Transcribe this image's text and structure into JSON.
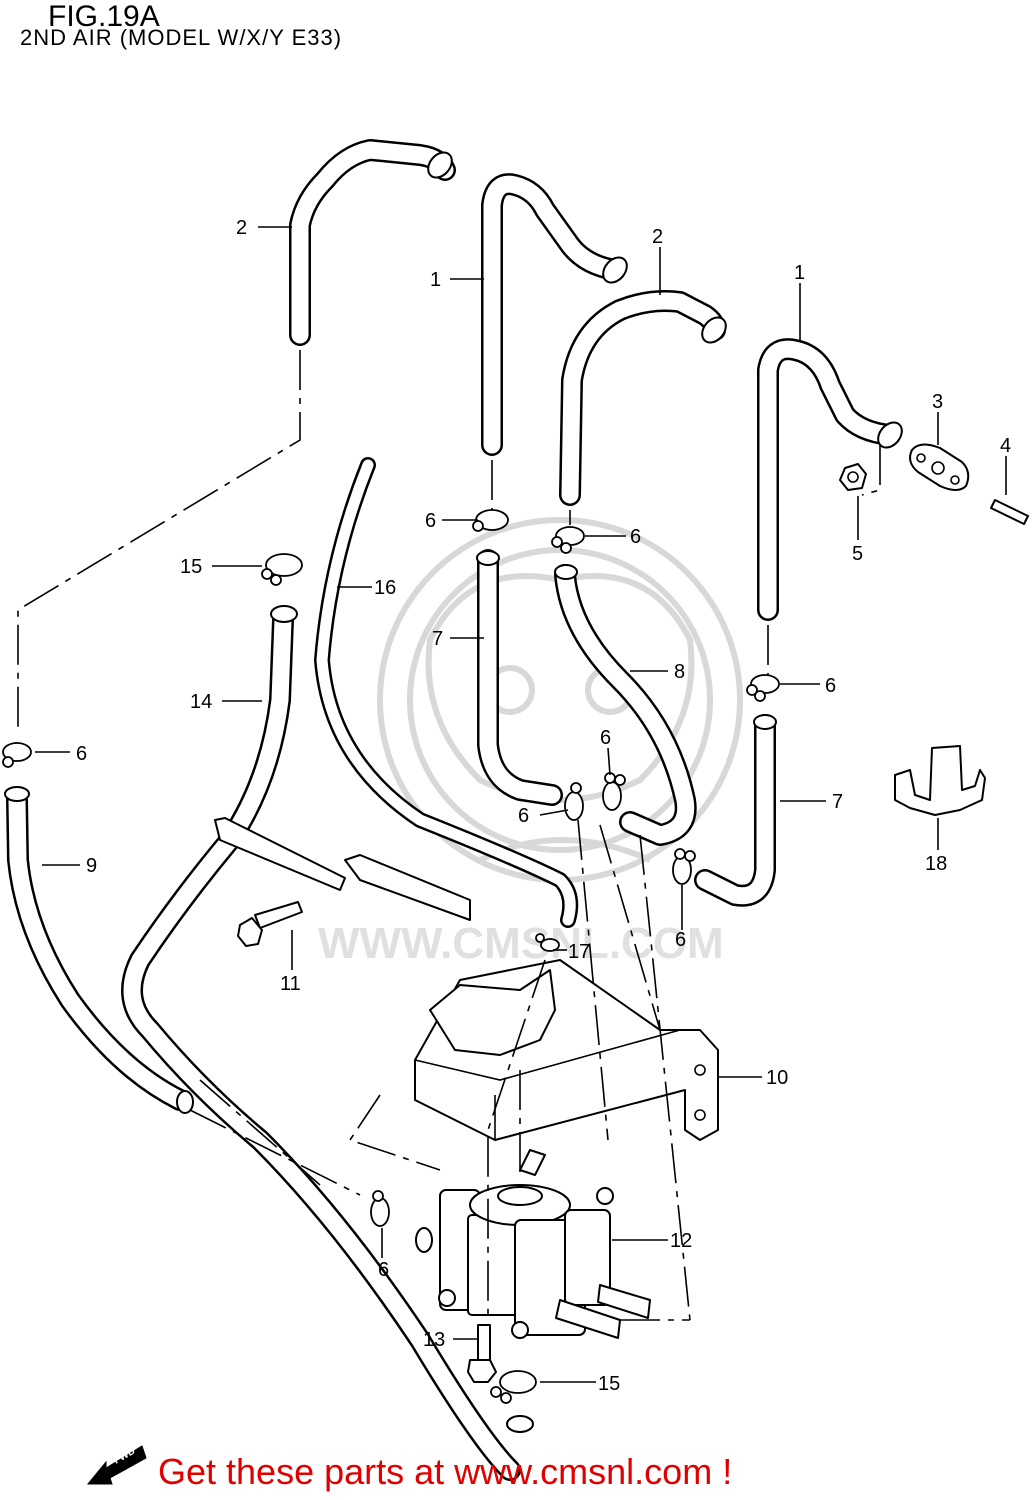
{
  "figure": {
    "title": "FIG.19A",
    "subtitle": "2ND AIR (MODEL W/X/Y E33)"
  },
  "watermark": {
    "text": "WWW.CMSNL.COM",
    "logo": "cms-logo"
  },
  "callouts": [
    {
      "id": "c-2a",
      "label": "2"
    },
    {
      "id": "c-1a",
      "label": "1"
    },
    {
      "id": "c-2b",
      "label": "2"
    },
    {
      "id": "c-1b",
      "label": "1"
    },
    {
      "id": "c-3",
      "label": "3"
    },
    {
      "id": "c-4",
      "label": "4"
    },
    {
      "id": "c-5",
      "label": "5"
    },
    {
      "id": "c-6a",
      "label": "6"
    },
    {
      "id": "c-6b",
      "label": "6"
    },
    {
      "id": "c-15a",
      "label": "15"
    },
    {
      "id": "c-16",
      "label": "16"
    },
    {
      "id": "c-7a",
      "label": "7"
    },
    {
      "id": "c-8",
      "label": "8"
    },
    {
      "id": "c-6c",
      "label": "6"
    },
    {
      "id": "c-14",
      "label": "14"
    },
    {
      "id": "c-6d",
      "label": "6"
    },
    {
      "id": "c-6e",
      "label": "6"
    },
    {
      "id": "c-7b",
      "label": "7"
    },
    {
      "id": "c-18",
      "label": "18"
    },
    {
      "id": "c-6f",
      "label": "6"
    },
    {
      "id": "c-9",
      "label": "9"
    },
    {
      "id": "c-6g",
      "label": "6"
    },
    {
      "id": "c-17",
      "label": "17"
    },
    {
      "id": "c-11",
      "label": "11"
    },
    {
      "id": "c-10",
      "label": "10"
    },
    {
      "id": "c-12",
      "label": "12"
    },
    {
      "id": "c-6h",
      "label": "6"
    },
    {
      "id": "c-13",
      "label": "13"
    },
    {
      "id": "c-15b",
      "label": "15"
    }
  ],
  "fwd_icon": {
    "label": "FWD"
  },
  "footer": {
    "text": "Get these parts at www.cmsnl.com !",
    "color": "#e00000"
  }
}
